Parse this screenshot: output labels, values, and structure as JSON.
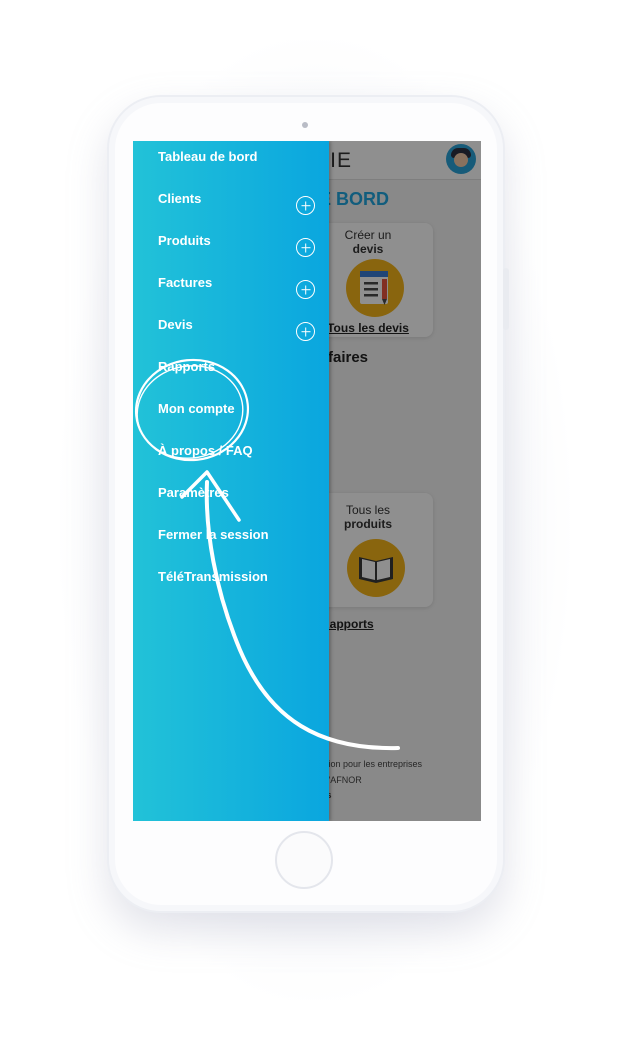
{
  "app": {
    "title_fragment": "NIE",
    "dashboard_title_fragment": "E BORD",
    "cards": {
      "create_quote_line1": "Créer un",
      "create_quote_line2": "devis",
      "all_quotes_link": "Tous les devis",
      "all_products_line1": "Tous les",
      "all_products_line2": "produits"
    },
    "section_title_fragment": "ffaires",
    "rapports_link_fragment": "Rapports",
    "footer": {
      "line1": "ation pour les entreprises",
      "line2": "r l'AFNOR",
      "line3": "ns"
    }
  },
  "drawer": {
    "items": [
      {
        "label": "Tableau de bord",
        "expandable": false
      },
      {
        "label": "Clients",
        "expandable": true
      },
      {
        "label": "Produits",
        "expandable": true
      },
      {
        "label": "Factures",
        "expandable": true
      },
      {
        "label": "Devis",
        "expandable": true
      },
      {
        "label": "Rapports",
        "expandable": false
      },
      {
        "label": "Mon compte",
        "expandable": false
      },
      {
        "label": "À propos / FAQ",
        "expandable": false
      },
      {
        "label": "Paramètres",
        "expandable": false
      },
      {
        "label": "Fermer la session",
        "expandable": false
      },
      {
        "label": "TéléTransmission",
        "expandable": false
      }
    ]
  },
  "colors": {
    "drawer_start": "#22c2d8",
    "drawer_end": "#0aa6df",
    "accent_title": "#21a6df",
    "icon_yellow": "#f4b41a"
  },
  "icons": {
    "expand": "plus-circle-icon",
    "quote": "quote-document-icon",
    "products": "book-icon",
    "avatar": "user-avatar"
  }
}
